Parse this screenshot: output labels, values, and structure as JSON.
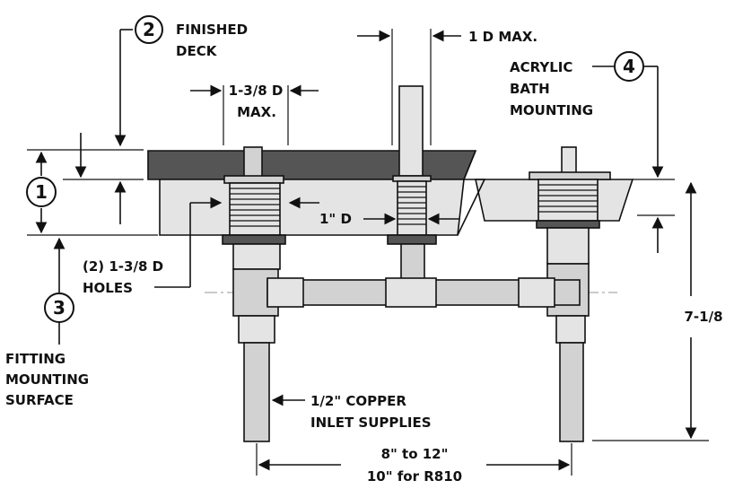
{
  "callouts": [
    {
      "number": "1"
    },
    {
      "number": "2",
      "label_lines": [
        "FINISHED",
        "DECK"
      ]
    },
    {
      "number": "3",
      "label_lines": [
        "FITTING",
        "MOUNTING",
        "SURFACE"
      ]
    },
    {
      "number": "4",
      "label_lines": [
        "ACRYLIC",
        "BATH",
        "MOUNTING"
      ]
    }
  ],
  "dimensions": {
    "hole_dia_lines": [
      "1-3/8 D",
      "MAX."
    ],
    "spout_dia": "1 D MAX.",
    "spout_body_dia": "1\" D",
    "holes_lines": [
      "(2) 1-3/8 D",
      "HOLES"
    ],
    "height": "7-1/8",
    "supply_lines": [
      "1/2\" COPPER",
      "INLET SUPPLIES"
    ],
    "spread_lines": [
      "8\" to 12\"",
      "10\" for R810"
    ]
  },
  "colors": {
    "deck": "#555555",
    "body": "#d2d2d2",
    "line": "#111111",
    "centerline": "#aaaaaa"
  }
}
